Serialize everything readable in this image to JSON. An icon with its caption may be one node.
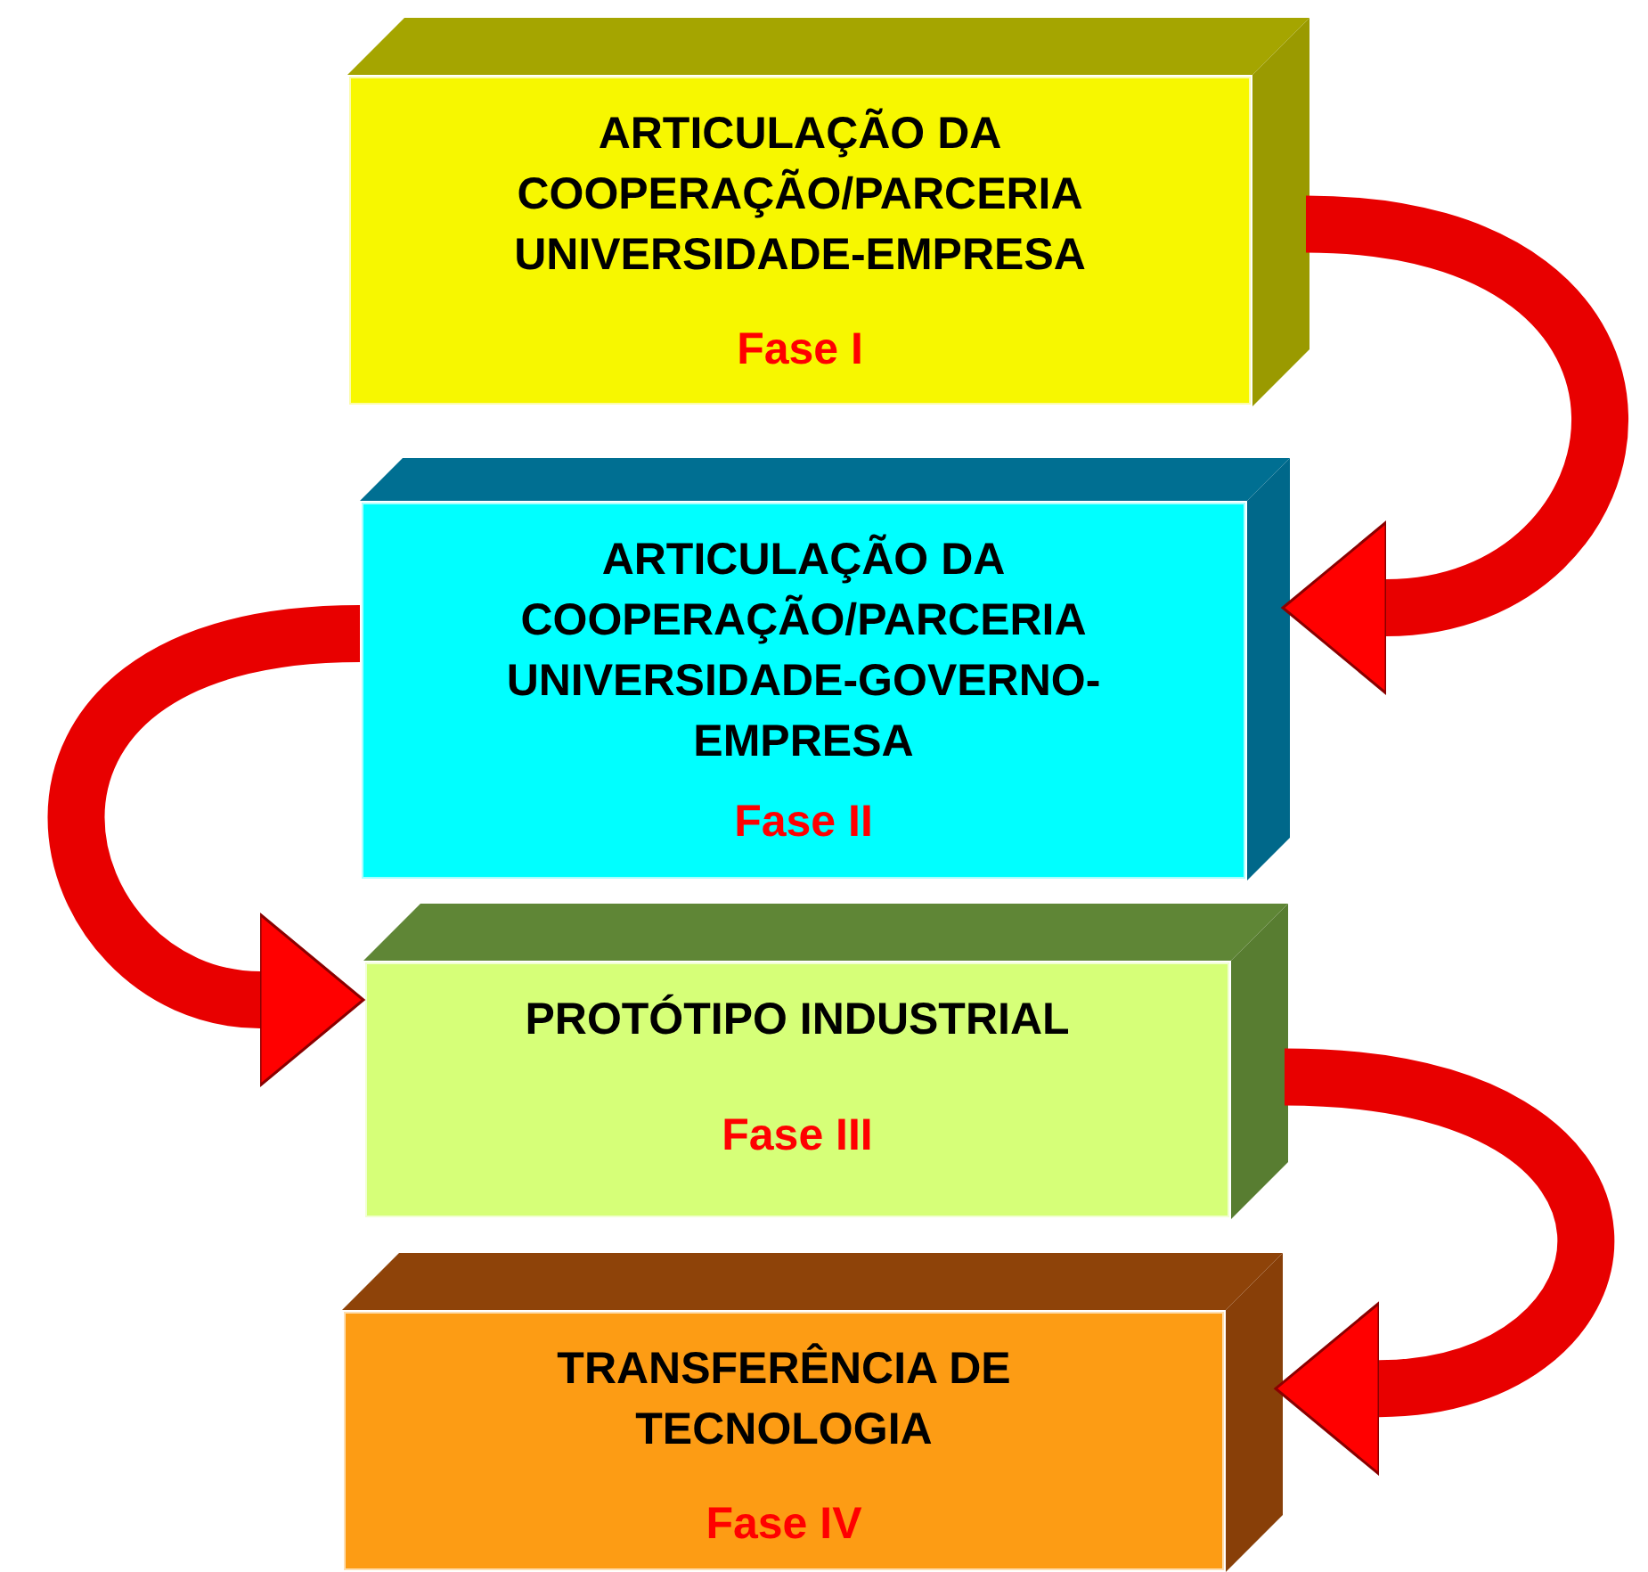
{
  "diagram": {
    "nodes": [
      {
        "text": [
          "ARTICULAÇÃO DA COOPERAÇÃO/PARCERIA UNIVERSIDADE-EMPRESA",
          "Fase I"
        ]
      },
      {
        "text": [
          "ARTICULAÇÃO DA COOPERAÇÃO/PARCERIA UNIVERSIDADE-GOVERNO-EMPRESA",
          "Fase II"
        ]
      },
      {
        "text": [
          "PROTÓTIPO INDUSTRIAL",
          "Fase III"
        ]
      },
      {
        "text": [
          "TRANSFERÊNCIA DE TECNOLOGIA",
          "Fase IV"
        ]
      }
    ],
    "edges": [
      {
        "from": 0,
        "to": 1,
        "arrow": "to"
      },
      {
        "from": 1,
        "to": 2,
        "arrow": "to"
      },
      {
        "from": 2,
        "to": 3,
        "arrow": "to"
      }
    ]
  }
}
